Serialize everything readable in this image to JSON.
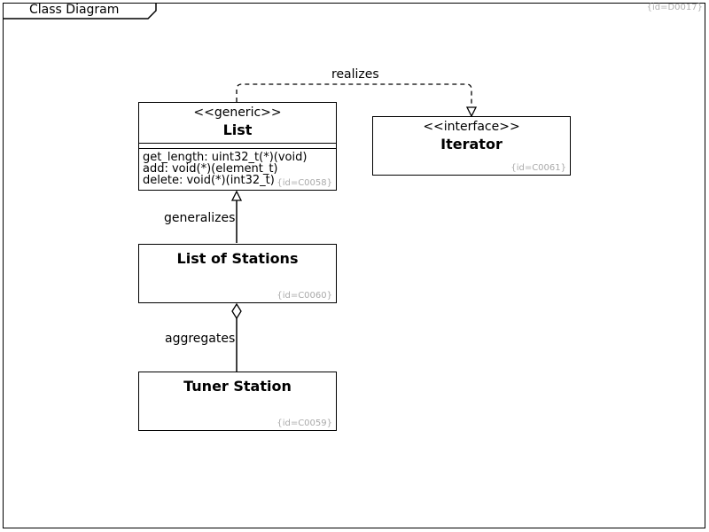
{
  "frame": {
    "title": "Class Diagram",
    "id": "{id=D0017}"
  },
  "classes": {
    "list": {
      "stereotype": "<<generic>>",
      "name": "List",
      "operations": [
        "get_length: uint32_t(*)(void)",
        "add: void(*)(element_t)",
        "delete: void(*)(int32_t)"
      ],
      "id": "{id=C0058}"
    },
    "iterator": {
      "stereotype": "<<interface>>",
      "name": "Iterator",
      "id": "{id=C0061}"
    },
    "list_of_stations": {
      "name": "List of Stations",
      "id": "{id=C0060}"
    },
    "tuner_station": {
      "name": "Tuner Station",
      "id": "{id=C0059}"
    }
  },
  "relations": {
    "realizes": "realizes",
    "generalizes": "generalizes",
    "aggregates": "aggregates"
  }
}
